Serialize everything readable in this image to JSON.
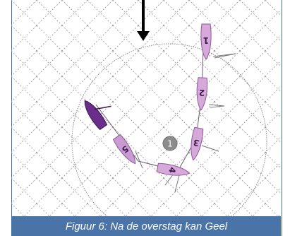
{
  "caption": "Figuur 6: Na de overstag kan Geel",
  "mark": {
    "label": "1",
    "color": "#8c8c8c"
  },
  "boats": [
    {
      "label": "1",
      "color": "#d6a9da"
    },
    {
      "label": "2",
      "color": "#d6a9da"
    },
    {
      "label": "3",
      "color": "#d6a9da"
    },
    {
      "label": "4",
      "color": "#d6a9da"
    },
    {
      "label": "5",
      "color": "#c99bd2"
    },
    {
      "label": "",
      "color": "#6b2d8a"
    }
  ],
  "colors": {
    "grid": "#9a9a9a",
    "circle": "#8a8a8a",
    "arrow": "#000000",
    "caption_bg": "#4a73a8",
    "track": "#6a5a70"
  }
}
